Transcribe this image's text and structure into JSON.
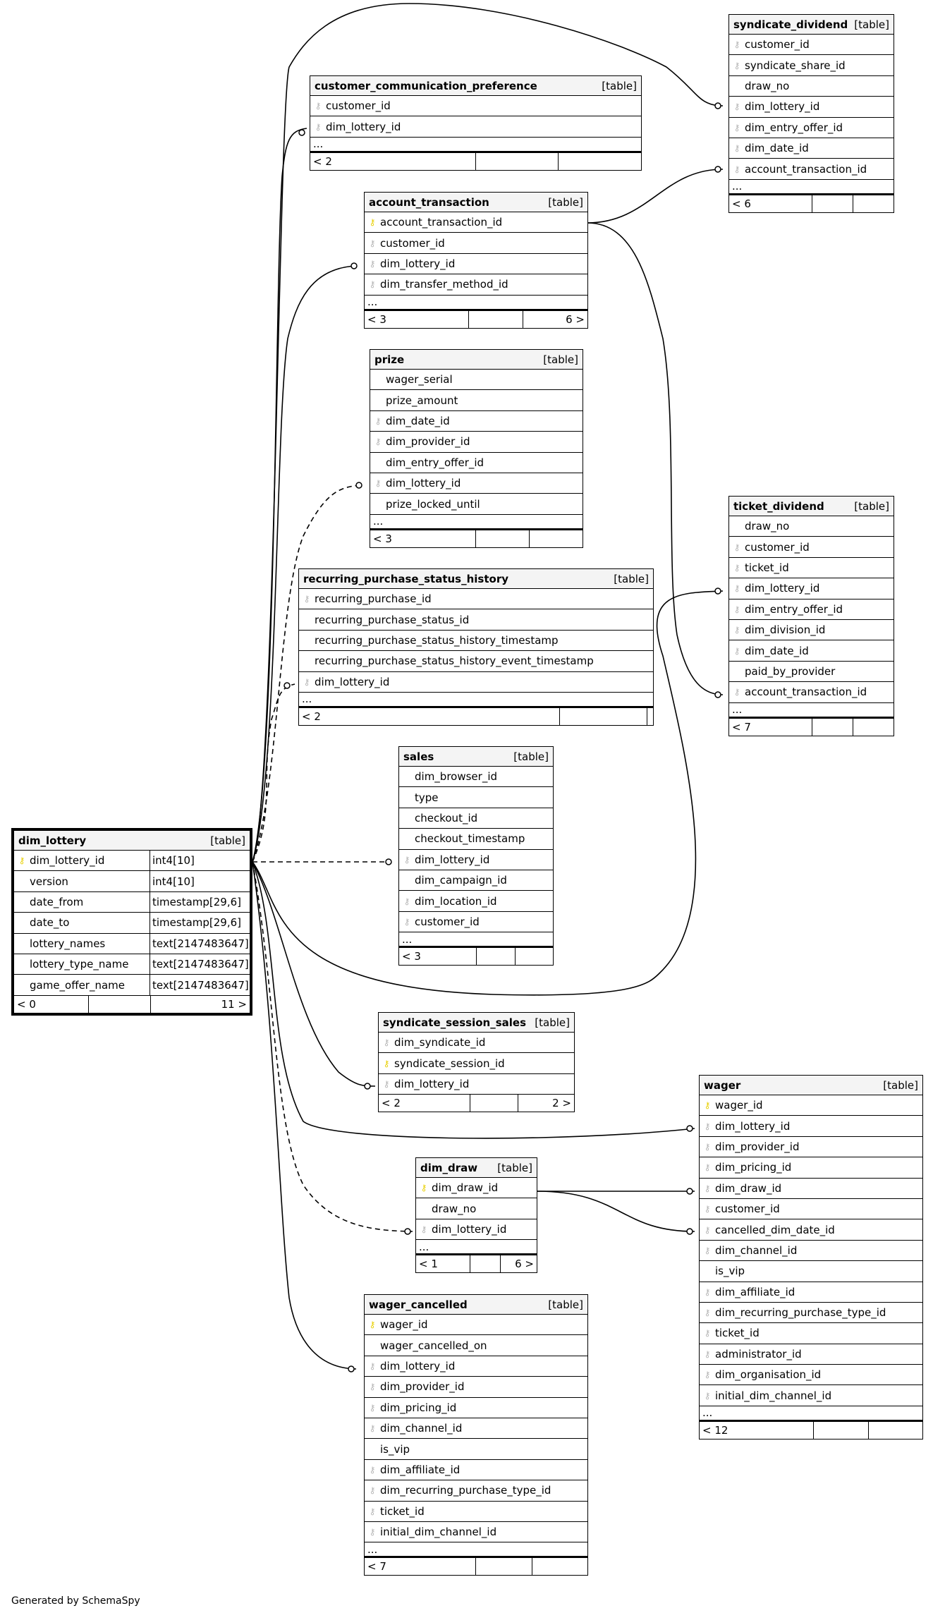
{
  "footer": "Generated by SchemaSpy",
  "table_label": "[table]",
  "more": "...",
  "tables": [
    {
      "name": "syndicate_dividend",
      "main": false,
      "cols": [
        {
          "k": "fk",
          "n": "customer_id"
        },
        {
          "k": "fk",
          "n": "syndicate_share_id"
        },
        {
          "k": "",
          "n": "draw_no"
        },
        {
          "k": "fk",
          "n": "dim_lottery_id"
        },
        {
          "k": "fk",
          "n": "dim_entry_offer_id"
        },
        {
          "k": "fk",
          "n": "dim_date_id"
        },
        {
          "k": "fk",
          "n": "account_transaction_id"
        }
      ],
      "more": true,
      "foot": [
        "< 6",
        "",
        ""
      ]
    },
    {
      "name": "customer_communication_preference",
      "main": false,
      "cols": [
        {
          "k": "fk",
          "n": "customer_id"
        },
        {
          "k": "fk",
          "n": "dim_lottery_id"
        }
      ],
      "more": true,
      "foot": [
        "< 2",
        "",
        ""
      ]
    },
    {
      "name": "account_transaction",
      "main": false,
      "cols": [
        {
          "k": "pk",
          "n": "account_transaction_id"
        },
        {
          "k": "fk",
          "n": "customer_id"
        },
        {
          "k": "fk",
          "n": "dim_lottery_id"
        },
        {
          "k": "fk",
          "n": "dim_transfer_method_id"
        }
      ],
      "more": true,
      "foot": [
        "< 3",
        "",
        "6 >"
      ]
    },
    {
      "name": "prize",
      "main": false,
      "cols": [
        {
          "k": "",
          "n": "wager_serial"
        },
        {
          "k": "",
          "n": "prize_amount"
        },
        {
          "k": "fk",
          "n": "dim_date_id"
        },
        {
          "k": "fk",
          "n": "dim_provider_id"
        },
        {
          "k": "",
          "n": "dim_entry_offer_id"
        },
        {
          "k": "fk",
          "n": "dim_lottery_id"
        },
        {
          "k": "",
          "n": "prize_locked_until"
        }
      ],
      "more": true,
      "foot": [
        "< 3",
        "",
        ""
      ]
    },
    {
      "name": "ticket_dividend",
      "main": false,
      "cols": [
        {
          "k": "",
          "n": "draw_no"
        },
        {
          "k": "fk",
          "n": "customer_id"
        },
        {
          "k": "fk",
          "n": "ticket_id"
        },
        {
          "k": "fk",
          "n": "dim_lottery_id"
        },
        {
          "k": "fk",
          "n": "dim_entry_offer_id"
        },
        {
          "k": "fk",
          "n": "dim_division_id"
        },
        {
          "k": "fk",
          "n": "dim_date_id"
        },
        {
          "k": "",
          "n": "paid_by_provider"
        },
        {
          "k": "fk",
          "n": "account_transaction_id"
        }
      ],
      "more": true,
      "foot": [
        "< 7",
        "",
        ""
      ]
    },
    {
      "name": "recurring_purchase_status_history",
      "main": false,
      "cols": [
        {
          "k": "fk",
          "n": "recurring_purchase_id"
        },
        {
          "k": "",
          "n": "recurring_purchase_status_id"
        },
        {
          "k": "",
          "n": "recurring_purchase_status_history_timestamp"
        },
        {
          "k": "",
          "n": "recurring_purchase_status_history_event_timestamp"
        },
        {
          "k": "fk",
          "n": "dim_lottery_id"
        }
      ],
      "more": true,
      "foot": [
        "< 2",
        "",
        ""
      ]
    },
    {
      "name": "sales",
      "main": false,
      "cols": [
        {
          "k": "",
          "n": "dim_browser_id"
        },
        {
          "k": "",
          "n": "type"
        },
        {
          "k": "",
          "n": "checkout_id"
        },
        {
          "k": "",
          "n": "checkout_timestamp"
        },
        {
          "k": "fk",
          "n": "dim_lottery_id"
        },
        {
          "k": "",
          "n": "dim_campaign_id"
        },
        {
          "k": "fk",
          "n": "dim_location_id"
        },
        {
          "k": "fk",
          "n": "customer_id"
        }
      ],
      "more": true,
      "foot": [
        "< 3",
        "",
        ""
      ]
    },
    {
      "name": "dim_lottery",
      "main": true,
      "cols": [
        {
          "k": "pk",
          "n": "dim_lottery_id",
          "t": "int4[10]"
        },
        {
          "k": "",
          "n": "version",
          "t": "int4[10]"
        },
        {
          "k": "",
          "n": "date_from",
          "t": "timestamp[29,6]"
        },
        {
          "k": "",
          "n": "date_to",
          "t": "timestamp[29,6]"
        },
        {
          "k": "",
          "n": "lottery_names",
          "t": "text[2147483647]"
        },
        {
          "k": "",
          "n": "lottery_type_name",
          "t": "text[2147483647]"
        },
        {
          "k": "",
          "n": "game_offer_name",
          "t": "text[2147483647]"
        }
      ],
      "more": false,
      "foot": [
        "< 0",
        "",
        "11 >"
      ]
    },
    {
      "name": "syndicate_session_sales",
      "main": false,
      "cols": [
        {
          "k": "fk",
          "n": "dim_syndicate_id"
        },
        {
          "k": "pk",
          "n": "syndicate_session_id"
        },
        {
          "k": "fk",
          "n": "dim_lottery_id"
        }
      ],
      "more": false,
      "foot": [
        "< 2",
        "",
        "2 >"
      ]
    },
    {
      "name": "wager",
      "main": false,
      "cols": [
        {
          "k": "pk",
          "n": "wager_id"
        },
        {
          "k": "fk",
          "n": "dim_lottery_id"
        },
        {
          "k": "fk",
          "n": "dim_provider_id"
        },
        {
          "k": "fk",
          "n": "dim_pricing_id"
        },
        {
          "k": "fk",
          "n": "dim_draw_id"
        },
        {
          "k": "fk",
          "n": "customer_id"
        },
        {
          "k": "fk",
          "n": "cancelled_dim_date_id"
        },
        {
          "k": "fk",
          "n": "dim_channel_id"
        },
        {
          "k": "",
          "n": "is_vip"
        },
        {
          "k": "fk",
          "n": "dim_affiliate_id"
        },
        {
          "k": "fk",
          "n": "dim_recurring_purchase_type_id"
        },
        {
          "k": "fk",
          "n": "ticket_id"
        },
        {
          "k": "fk",
          "n": "administrator_id"
        },
        {
          "k": "fk",
          "n": "dim_organisation_id"
        },
        {
          "k": "fk",
          "n": "initial_dim_channel_id"
        }
      ],
      "more": true,
      "foot": [
        "< 12",
        "",
        ""
      ]
    },
    {
      "name": "dim_draw",
      "main": false,
      "cols": [
        {
          "k": "pk",
          "n": "dim_draw_id"
        },
        {
          "k": "",
          "n": "draw_no"
        },
        {
          "k": "fk",
          "n": "dim_lottery_id"
        }
      ],
      "more": true,
      "foot": [
        "< 1",
        "",
        "6 >"
      ]
    },
    {
      "name": "wager_cancelled",
      "main": false,
      "cols": [
        {
          "k": "pk",
          "n": "wager_id"
        },
        {
          "k": "",
          "n": "wager_cancelled_on"
        },
        {
          "k": "fk",
          "n": "dim_lottery_id"
        },
        {
          "k": "fk",
          "n": "dim_provider_id"
        },
        {
          "k": "fk",
          "n": "dim_pricing_id"
        },
        {
          "k": "fk",
          "n": "dim_channel_id"
        },
        {
          "k": "",
          "n": "is_vip"
        },
        {
          "k": "fk",
          "n": "dim_affiliate_id"
        },
        {
          "k": "fk",
          "n": "dim_recurring_purchase_type_id"
        },
        {
          "k": "fk",
          "n": "ticket_id"
        },
        {
          "k": "fk",
          "n": "initial_dim_channel_id"
        }
      ],
      "more": true,
      "foot": [
        "< 7",
        "",
        ""
      ]
    }
  ]
}
